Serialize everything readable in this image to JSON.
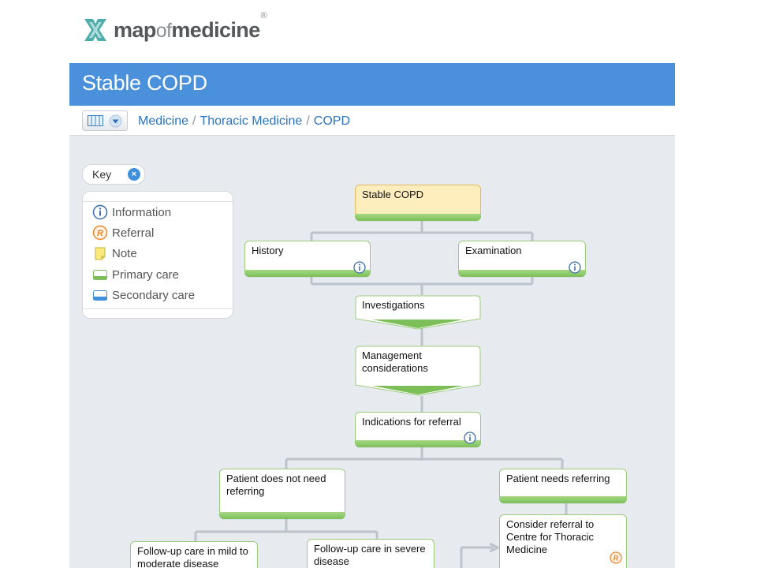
{
  "brand": {
    "name_part1": "map",
    "name_part2": "of",
    "name_part3": "medicine",
    "registered": "®",
    "logo_icon": "x-cross-logo-icon",
    "colors": {
      "mark": "#3aa4a1",
      "text": "#55575a"
    }
  },
  "page": {
    "title": "Stable COPD",
    "accent": "#4b90db"
  },
  "toolbar": {
    "view_icon": "columns-icon",
    "menu_icon": "chevron-down-icon"
  },
  "breadcrumb": {
    "items": [
      "Medicine",
      "Thoracic Medicine",
      "COPD"
    ],
    "separator": "/"
  },
  "key": {
    "tab_label": "Key",
    "close_icon": "close-icon",
    "items": [
      {
        "icon": "info-icon",
        "label": "Information"
      },
      {
        "icon": "referral-icon",
        "label": "Referral"
      },
      {
        "icon": "note-icon",
        "label": "Note"
      },
      {
        "icon": "primary-care-icon",
        "label": "Primary care",
        "color": "#7cbf58"
      },
      {
        "icon": "secondary-care-icon",
        "label": "Secondary care",
        "color": "#3f8fdc"
      }
    ]
  },
  "flow": {
    "nodes": {
      "stable": "Stable COPD",
      "history": "History",
      "examination": "Examination",
      "investigations": "Investigations",
      "management": "Management considerations",
      "indications": "Indications for referral",
      "no_referral": "Patient does not need referring",
      "needs_referral": "Patient needs referring",
      "mild": "Follow-up care in mild to moderate disease",
      "severe": "Follow-up care in severe disease",
      "consider": "Consider referral to Centre for Thoracic Medicine"
    }
  }
}
